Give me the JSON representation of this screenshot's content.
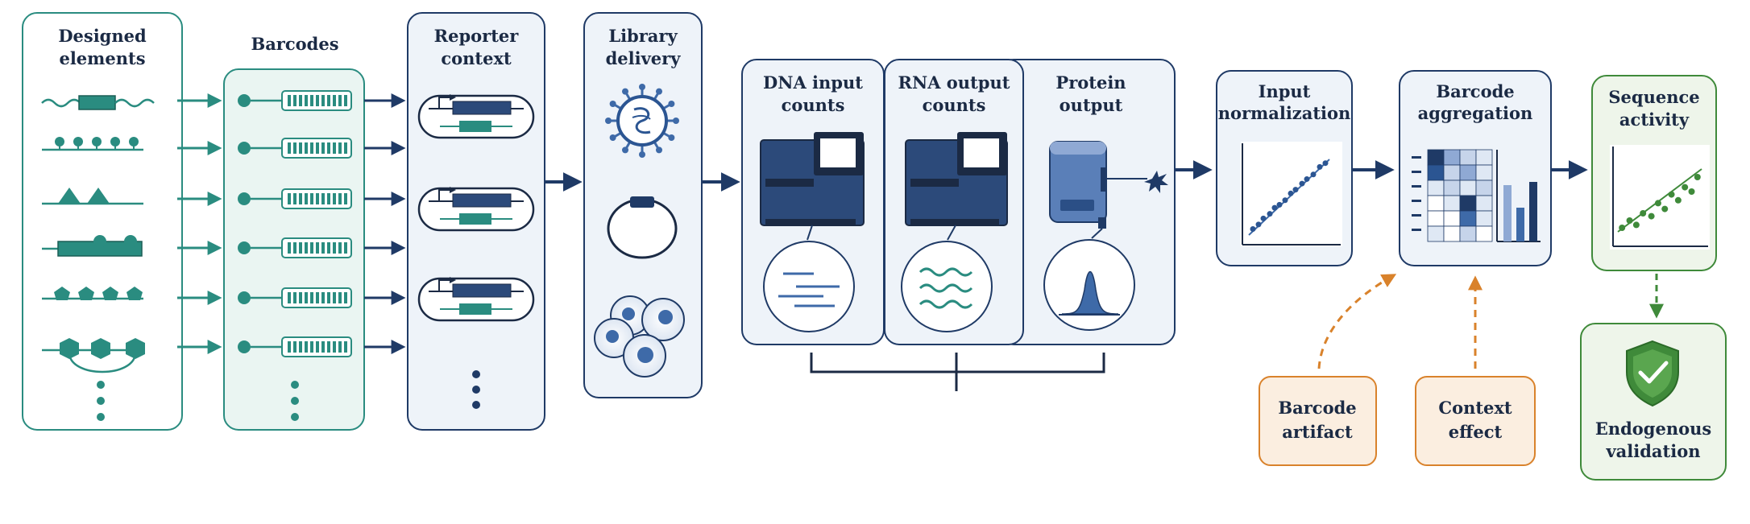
{
  "panels": {
    "designed_elements": {
      "line1": "Designed",
      "line2": "elements"
    },
    "barcodes": {
      "line1": "Barcodes"
    },
    "reporter_context": {
      "line1": "Reporter",
      "line2": "context"
    },
    "library_delivery": {
      "line1": "Library",
      "line2": "delivery"
    },
    "dna_input": {
      "line1": "DNA input",
      "line2": "counts"
    },
    "rna_output": {
      "line1": "RNA output",
      "line2": "counts"
    },
    "protein_output": {
      "line1": "Protein",
      "line2": "output"
    },
    "input_normalization": {
      "line1": "Input",
      "line2": "normalization"
    },
    "barcode_aggregation": {
      "line1": "Barcode",
      "line2": "aggregation"
    },
    "sequence_activity": {
      "line1": "Sequence",
      "line2": "activity"
    },
    "barcode_artifact": {
      "line1": "Barcode",
      "line2": "artifact"
    },
    "context_effect": {
      "line1": "Context",
      "line2": "effect"
    },
    "endogenous_validation": {
      "line1": "Endogenous",
      "line2": "validation"
    }
  },
  "colors": {
    "navy": "#1f3a66",
    "teal": "#2a8c80",
    "green": "#3f8a3a",
    "orange": "#d9822b",
    "panel_fill": "#eef3f9",
    "teal_fill": "#eaf5f2"
  },
  "icons": [
    "virus-icon",
    "plasmid-icon",
    "cells-icon",
    "sequencer-icon",
    "flow-cytometer-icon",
    "shield-check-icon"
  ]
}
